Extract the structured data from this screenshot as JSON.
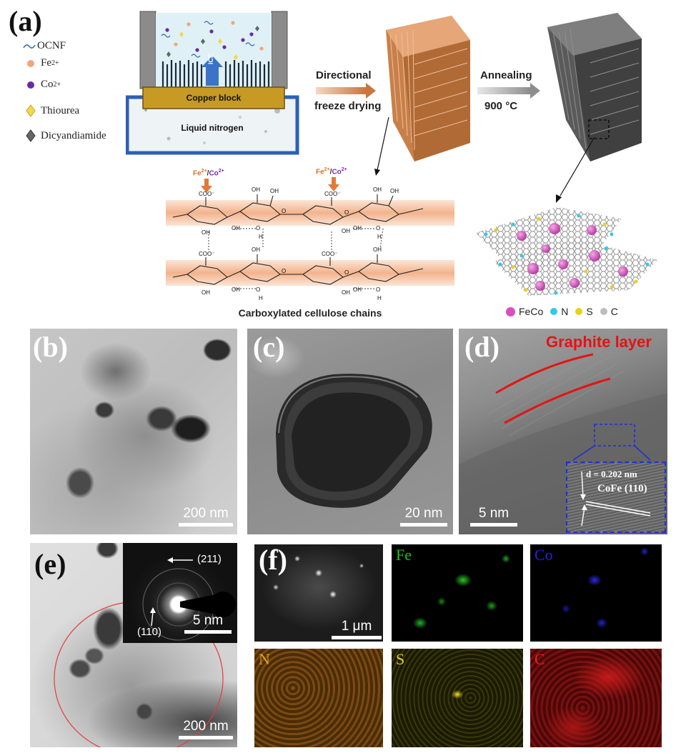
{
  "panel_a": {
    "label": "(a)",
    "legend": [
      {
        "text": "OCNF",
        "sup": "",
        "icon": "fiber-icon"
      },
      {
        "text": "Fe",
        "sup": "2+",
        "icon": "orange-dot-icon"
      },
      {
        "text": "Co",
        "sup": "2+",
        "icon": "purple-dot-icon"
      },
      {
        "text": "Thiourea",
        "sup": "",
        "icon": "yellow-diamond-icon"
      },
      {
        "text": "Dicyandiamide",
        "sup": "",
        "icon": "gray-diamond-icon"
      }
    ],
    "copper_block": "Copper block",
    "liquid_nitrogen": "Liquid nitrogen",
    "ice": "ICE",
    "step1_line1": "Directional",
    "step1_line2": "freeze drying",
    "step2_line1": "Annealing",
    "step2_line2": "900 °C",
    "ion_label_fe": "Fe",
    "ion_label_sup": "2+",
    "ion_label_sep": "/",
    "ion_label_co": "Co",
    "cellulose_caption": "Carboxylated cellulose chains",
    "atom_legend": [
      {
        "text": "FeCo",
        "color": "#d94fc0"
      },
      {
        "text": "N",
        "color": "#35c8e6"
      },
      {
        "text": "S",
        "color": "#e8d21a"
      },
      {
        "text": "C",
        "color": "#bdbdbd"
      }
    ]
  },
  "panel_b": {
    "label": "(b)",
    "scale": "200 nm"
  },
  "panel_c": {
    "label": "(c)",
    "scale": "20 nm"
  },
  "panel_d": {
    "label": "(d)",
    "scale": "5 nm",
    "graphite": "Graphite layer",
    "d_spacing": "d = 0.202 nm",
    "plane": "CoFe (110)"
  },
  "panel_e": {
    "label": "(e)",
    "scale": "200 nm",
    "inset_scale": "5 nm",
    "ring1": "(211)",
    "ring2": "(110)"
  },
  "panel_f": {
    "label": "(f)",
    "scale": "1 μm",
    "maps": [
      {
        "el": "Fe",
        "color": "#19c41a"
      },
      {
        "el": "Co",
        "color": "#2323e0"
      },
      {
        "el": "N",
        "color": "#e08a1a"
      },
      {
        "el": "S",
        "color": "#e0d21a"
      },
      {
        "el": "C",
        "color": "#e62222"
      }
    ]
  }
}
